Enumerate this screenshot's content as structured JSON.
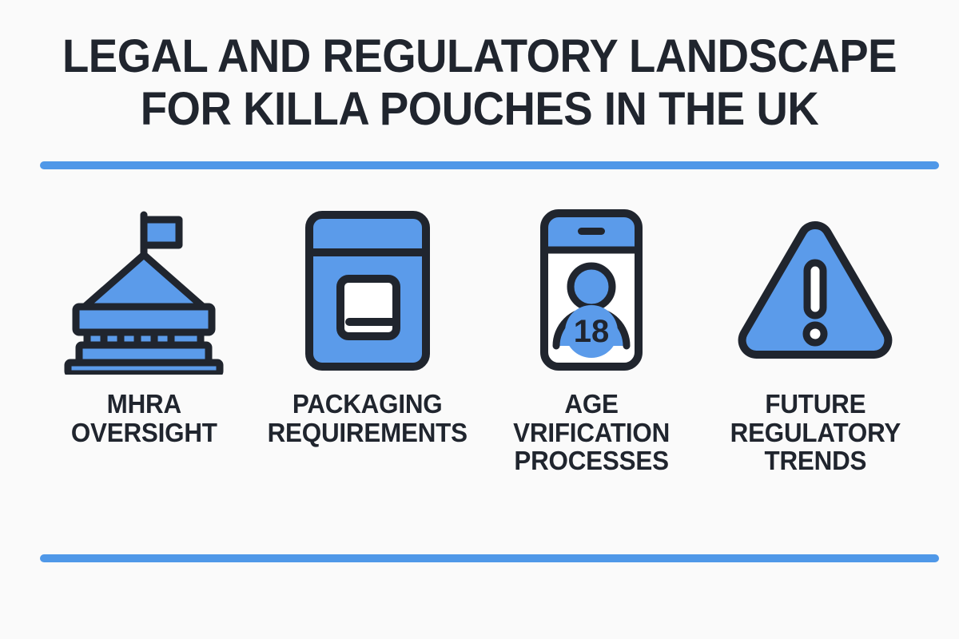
{
  "theme": {
    "background": "#fafafa",
    "accent_blue": "#4f98e8",
    "icon_blue": "#5b9bea",
    "ink": "#20252e",
    "white": "#ffffff"
  },
  "header": {
    "title_line_1": "LEGAL AND REGULATORY LANDSCAPE",
    "title_line_2": "FOR KILLA POUCHES IN THE UK"
  },
  "dividers": {
    "top": "top-divider-bar",
    "bottom": "bottom-divider-bar"
  },
  "columns": [
    {
      "icon": "government-building-icon",
      "label": "MHRA\nOVERSIGHT"
    },
    {
      "icon": "pouch-can-icon",
      "label": "PACKAGING\nREQUIREMENTS"
    },
    {
      "icon": "age-verification-phone-icon",
      "label": "AGE\nVRIFICATION\nPROCESSES",
      "badge_value": "18"
    },
    {
      "icon": "warning-triangle-icon",
      "label": "FUTURE\nREGULATORY\nTRENDS"
    }
  ]
}
